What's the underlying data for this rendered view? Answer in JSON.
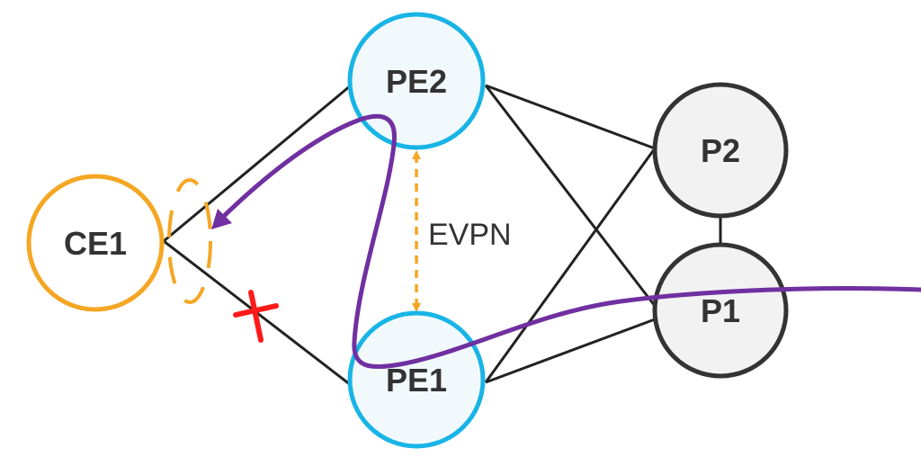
{
  "diagram": {
    "nodes": [
      {
        "id": "ce1",
        "label": "CE1",
        "role": "customer-edge"
      },
      {
        "id": "pe2",
        "label": "PE2",
        "role": "provider-edge"
      },
      {
        "id": "pe1",
        "label": "PE1",
        "role": "provider-edge"
      },
      {
        "id": "p2",
        "label": "P2",
        "role": "provider-core"
      },
      {
        "id": "p1",
        "label": "P1",
        "role": "provider-core"
      }
    ],
    "links": [
      {
        "from": "ce1",
        "to": "pe2",
        "state": "up"
      },
      {
        "from": "ce1",
        "to": "pe1",
        "state": "failed"
      },
      {
        "from": "pe2",
        "to": "p2",
        "state": "up"
      },
      {
        "from": "pe2",
        "to": "p1",
        "state": "up"
      },
      {
        "from": "pe1",
        "to": "p2",
        "state": "up"
      },
      {
        "from": "pe1",
        "to": "p1",
        "state": "up"
      },
      {
        "from": "p2",
        "to": "p1",
        "state": "up"
      }
    ],
    "evpn_label": "EVPN",
    "colors": {
      "ce_stroke": "#f5a623",
      "pe_stroke": "#18b4e6",
      "pe_fill": "#f2f9fd",
      "p_stroke": "#333333",
      "p_fill": "#f2f2f2",
      "link": "#222222",
      "evpn_arrow": "#f5a623",
      "traffic_path": "#7030a0",
      "failure_mark": "#ff1a1a"
    }
  }
}
